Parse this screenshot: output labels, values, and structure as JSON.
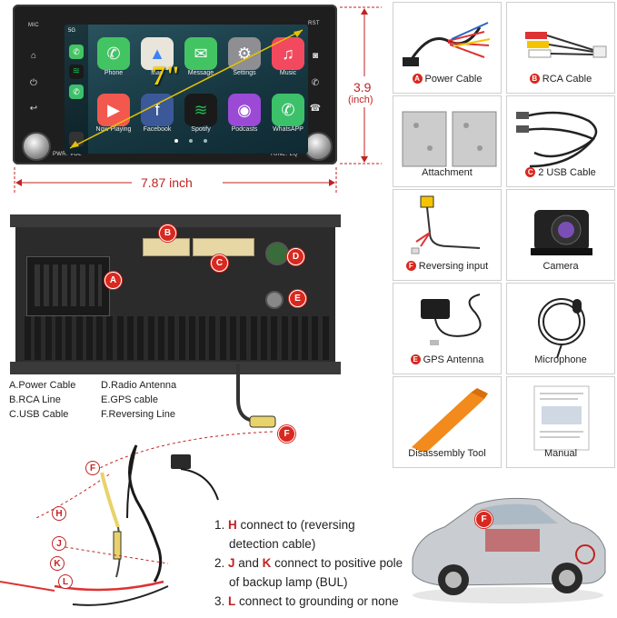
{
  "head_unit": {
    "left_labels": {
      "mic": "MIC"
    },
    "right_labels": {
      "rst": "RST"
    },
    "bottom_left_label": "PWR. VOL",
    "bottom_right_label": "TUNE. EQ",
    "status_signal": "5G",
    "screen_size": "7\"",
    "apps": [
      {
        "label": "Phone",
        "icon": "phone-icon",
        "color": "#43c463"
      },
      {
        "label": "Map",
        "icon": "map-icon",
        "color": "#e9e5da"
      },
      {
        "label": "Message",
        "icon": "message-icon",
        "color": "#43c463"
      },
      {
        "label": "Settings",
        "icon": "settings-icon",
        "color": "#8e8e93"
      },
      {
        "label": "Music",
        "icon": "music-icon",
        "color": "#f2495f"
      },
      {
        "label": "Now Playing",
        "icon": "now-playing-icon",
        "color": "#f2584d"
      },
      {
        "label": "Facebook",
        "icon": "facebook-icon",
        "color": "#3b5998"
      },
      {
        "label": "Spotify",
        "icon": "spotify-icon",
        "color": "#1a1a1a"
      },
      {
        "label": "Podcasts",
        "icon": "podcasts-icon",
        "color": "#9b4ad6"
      },
      {
        "label": "WhatsAPP",
        "icon": "whatsapp-icon",
        "color": "#3cc06a"
      }
    ]
  },
  "dimensions": {
    "height_value": "3.9",
    "height_unit": "(inch)",
    "width": "7.87 inch"
  },
  "accessories": [
    {
      "letter": "A",
      "label": "Power Cable",
      "icon": "power-cable-icon"
    },
    {
      "letter": "B",
      "label": "RCA Cable",
      "icon": "rca-cable-icon"
    },
    {
      "letter": "",
      "label": "Attachment",
      "icon": "bracket-icon"
    },
    {
      "letter": "C",
      "label": "2 USB Cable",
      "icon": "usb-cable-icon"
    },
    {
      "letter": "F",
      "label": "Reversing input",
      "icon": "reversing-input-icon"
    },
    {
      "letter": "",
      "label": "Camera",
      "icon": "camera-icon"
    },
    {
      "letter": "E",
      "label": "GPS Antenna",
      "icon": "gps-antenna-icon"
    },
    {
      "letter": "",
      "label": "Microphone",
      "icon": "microphone-icon"
    },
    {
      "letter": "",
      "label": "Disassembly Tool",
      "icon": "pry-tool-icon"
    },
    {
      "letter": "",
      "label": "Manual",
      "icon": "manual-icon"
    }
  ],
  "rear_panel": {
    "markers": [
      "A",
      "B",
      "C",
      "D",
      "E",
      "F"
    ]
  },
  "legend": {
    "left": [
      "A.Power Cable",
      "B.RCA Line",
      "C.USB Cable"
    ],
    "right": [
      "D.Radio Antenna",
      "E.GPS cable",
      "F.Reversing Line"
    ]
  },
  "wiring_markers": [
    "F",
    "H",
    "J",
    "K",
    "L"
  ],
  "instructions": [
    {
      "num": "1.",
      "parts": [
        {
          "t": "H",
          "red": true
        },
        {
          "t": " connect to (reversing",
          "red": false
        }
      ],
      "line2": "detection cable)"
    },
    {
      "num": "2.",
      "parts": [
        {
          "t": "J",
          "red": true
        },
        {
          "t": " and ",
          "red": false
        },
        {
          "t": "K",
          "red": true
        },
        {
          "t": " connect to positive pole",
          "red": false
        }
      ],
      "line2": "of backup lamp (BUL)"
    },
    {
      "num": "3.",
      "parts": [
        {
          "t": "L",
          "red": true
        },
        {
          "t": " connect to grounding or none",
          "red": false
        }
      ],
      "line2": ""
    }
  ],
  "car_marker": "F",
  "colors": {
    "accent_red": "#c22222",
    "badge_red": "#d9281f"
  }
}
